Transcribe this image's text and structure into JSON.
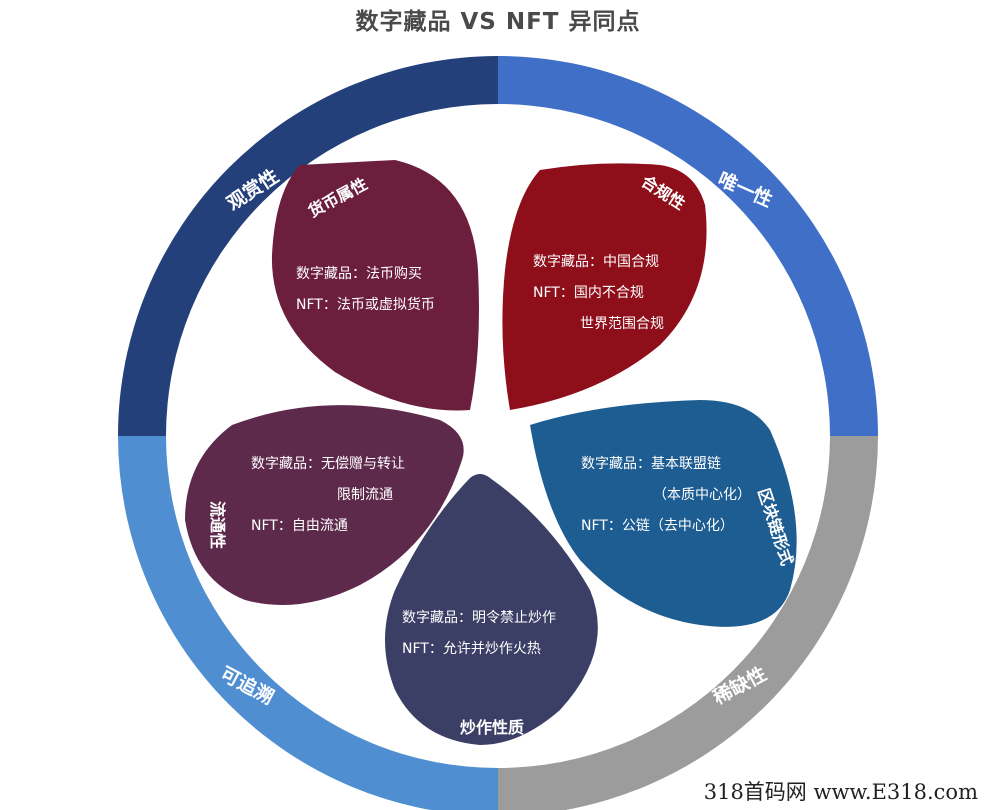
{
  "title": "数字藏品 VS NFT 异同点",
  "ring": [
    {
      "label": "观赏性",
      "color": "#24407a"
    },
    {
      "label": "唯一性",
      "color": "#3f6fc6"
    },
    {
      "label": "稀缺性",
      "color": "#9c9c9c"
    },
    {
      "label": "可追溯",
      "color": "#4f8ed0"
    }
  ],
  "petals": [
    {
      "title": "货币属性",
      "color": "#6c1f3c",
      "lines": [
        "数字藏品：法币购买",
        "NFT：法币或虚拟货币"
      ]
    },
    {
      "title": "合规性",
      "color": "#8e0e1a",
      "lines": [
        "数字藏品：中国合规",
        "NFT：国内不合规",
        "世界范围合规"
      ]
    },
    {
      "title": "区块链形式",
      "color": "#1e5d92",
      "lines": [
        "数字藏品：基本联盟链",
        "（本质中心化）",
        "NFT：公链（去中心化）"
      ]
    },
    {
      "title": "炒作性质",
      "color": "#3b3f66",
      "lines": [
        "数字藏品：明令禁止炒作",
        "NFT：允许并炒作火热"
      ]
    },
    {
      "title": "流通性",
      "color": "#5e2a4c",
      "lines": [
        "数字藏品：无偿赠与转让",
        "限制流通",
        "NFT：自由流通"
      ]
    }
  ],
  "watermark": "318首码网 www.E318.com"
}
